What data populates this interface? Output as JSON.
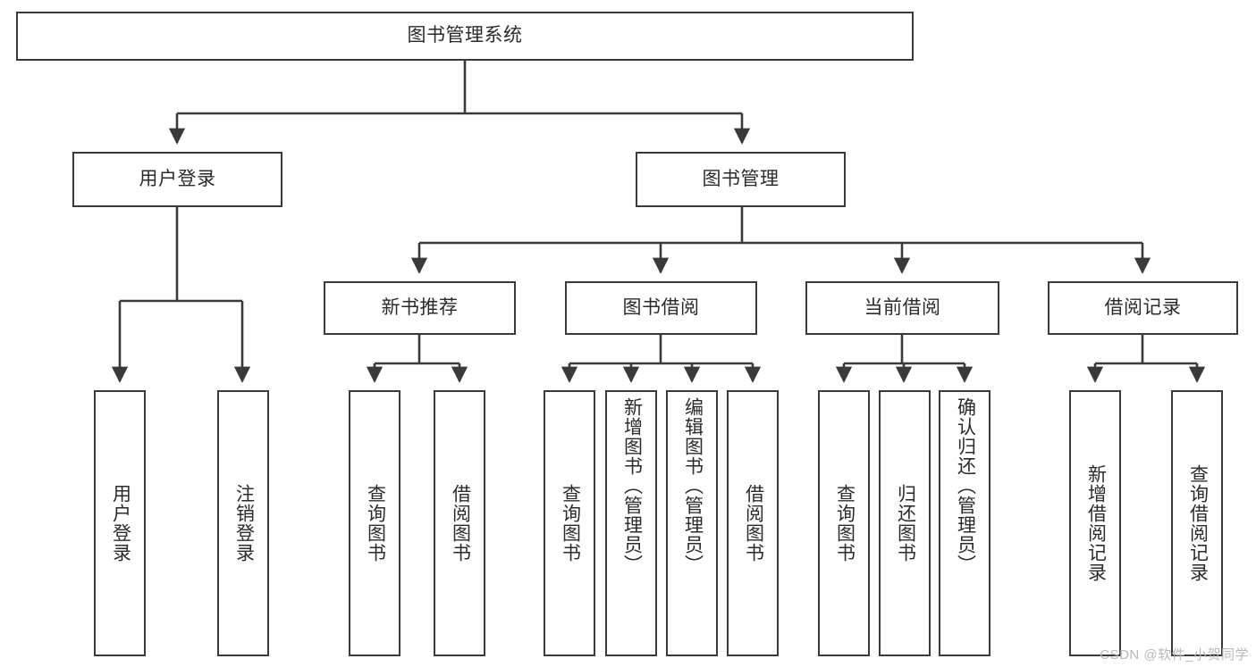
{
  "diagram": {
    "title": "图书管理系统",
    "type": "tree",
    "root": {
      "id": "root",
      "label": "图书管理系统"
    },
    "level2": [
      {
        "id": "user-login",
        "label": "用户登录"
      },
      {
        "id": "book-manage",
        "label": "图书管理"
      }
    ],
    "level3": [
      {
        "id": "new-book-recommend",
        "label": "新书推荐",
        "parent": "book-manage"
      },
      {
        "id": "book-borrow",
        "label": "图书借阅",
        "parent": "book-manage"
      },
      {
        "id": "current-borrow",
        "label": "当前借阅",
        "parent": "book-manage"
      },
      {
        "id": "borrow-record",
        "label": "借阅记录",
        "parent": "book-manage"
      }
    ],
    "leaves": [
      {
        "id": "leaf-user-login",
        "label": "用户登录",
        "parent": "user-login"
      },
      {
        "id": "leaf-user-logout",
        "label": "注销登录",
        "parent": "user-login"
      },
      {
        "id": "leaf-query-book-1",
        "label": "查询图书",
        "parent": "new-book-recommend"
      },
      {
        "id": "leaf-borrow-book-1",
        "label": "借阅图书",
        "parent": "new-book-recommend"
      },
      {
        "id": "leaf-query-book-2",
        "label": "查询图书",
        "parent": "book-borrow"
      },
      {
        "id": "leaf-add-book",
        "label": "新增图书（管理员）",
        "parent": "book-borrow"
      },
      {
        "id": "leaf-edit-book",
        "label": "编辑图书（管理员）",
        "parent": "book-borrow"
      },
      {
        "id": "leaf-borrow-book-2",
        "label": "借阅图书",
        "parent": "book-borrow"
      },
      {
        "id": "leaf-query-book-3",
        "label": "查询图书",
        "parent": "current-borrow"
      },
      {
        "id": "leaf-return-book",
        "label": "归还图书",
        "parent": "current-borrow"
      },
      {
        "id": "leaf-confirm-return",
        "label": "确认归还（管理员）",
        "parent": "current-borrow"
      },
      {
        "id": "leaf-add-record",
        "label": "新增借阅记录",
        "parent": "borrow-record"
      },
      {
        "id": "leaf-query-record",
        "label": "查询借阅记录",
        "parent": "borrow-record"
      }
    ]
  },
  "watermark": {
    "text": "CSDN @软件_小贺同学"
  },
  "colors": {
    "border": "#3a3a3a",
    "text": "#2b2b2b",
    "background": "#ffffff",
    "watermark": "#b9b9b9"
  }
}
